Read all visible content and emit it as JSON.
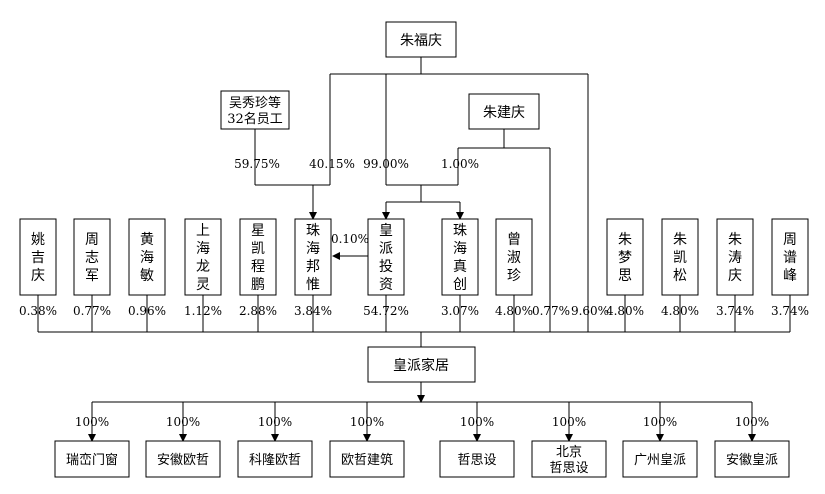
{
  "top": {
    "zhu_fuqing": "朱福庆",
    "zhu_jianqing": "朱建庆",
    "employees_line1": "吴秀珍等",
    "employees_line2": "32名员工"
  },
  "holding_pct": {
    "emp_to_bangwei": "59.75%",
    "fuqing_to_bangwei": "40.15%",
    "fuqing_to_touzi": "99.00%",
    "jianqing_to_touzi": "1.00%",
    "touzi_to_bangwei": "0.10%"
  },
  "shareholders": [
    {
      "name": "姚吉庆",
      "pct": "0.38%"
    },
    {
      "name": "周志军",
      "pct": "0.77%"
    },
    {
      "name": "黄海敏",
      "pct": "0.96%"
    },
    {
      "name": "上海龙灵",
      "pct": "1.12%"
    },
    {
      "name": "星凯程鹏",
      "pct": "2.88%"
    },
    {
      "name": "珠海邦惟",
      "pct": "3.84%"
    },
    {
      "name": "皇派投资",
      "pct": "54.72%"
    },
    {
      "name": "珠海真创",
      "pct": "3.07%"
    },
    {
      "name": "曾淑珍",
      "pct": "4.80%"
    },
    {
      "name": "朱梦思",
      "pct": "4.80%"
    },
    {
      "name": "朱凯松",
      "pct": "4.80%"
    },
    {
      "name": "朱涛庆",
      "pct": "3.74%"
    },
    {
      "name": "周谱峰",
      "pct": "3.74%"
    }
  ],
  "direct": {
    "jianqing_direct": "0.77%",
    "fuqing_direct": "9.60%"
  },
  "company": "皇派家居",
  "subsidiaries": [
    {
      "name": "瑞峦门窗",
      "pct": "100%"
    },
    {
      "name": "安徽欧哲",
      "pct": "100%"
    },
    {
      "name": "科隆欧哲",
      "pct": "100%"
    },
    {
      "name": "欧哲建筑",
      "pct": "100%"
    },
    {
      "name": "哲思设",
      "pct": "100%"
    },
    {
      "name_line1": "北京",
      "name_line2": "哲思设",
      "pct": "100%"
    },
    {
      "name": "广州皇派",
      "pct": "100%"
    },
    {
      "name": "安徽皇派",
      "pct": "100%"
    }
  ]
}
